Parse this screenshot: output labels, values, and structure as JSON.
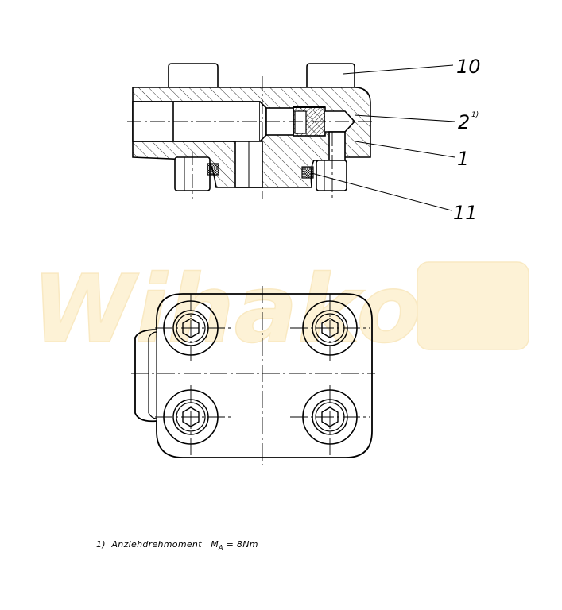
{
  "watermark": {
    "text": "Wihako"
  },
  "callouts": [
    {
      "id": "10",
      "text": "10"
    },
    {
      "id": "2",
      "text": "2",
      "sup": "1)"
    },
    {
      "id": "1",
      "text": "1"
    },
    {
      "id": "11",
      "text": "11"
    }
  ],
  "footnote": {
    "marker": "1)",
    "text": "Anziehdrehmoment",
    "symbol": "M",
    "subscript": "A",
    "value": "= 8Nm"
  },
  "colors": {
    "line": "#000000",
    "hatch": "#000000",
    "watermark": "#f5d27a"
  }
}
